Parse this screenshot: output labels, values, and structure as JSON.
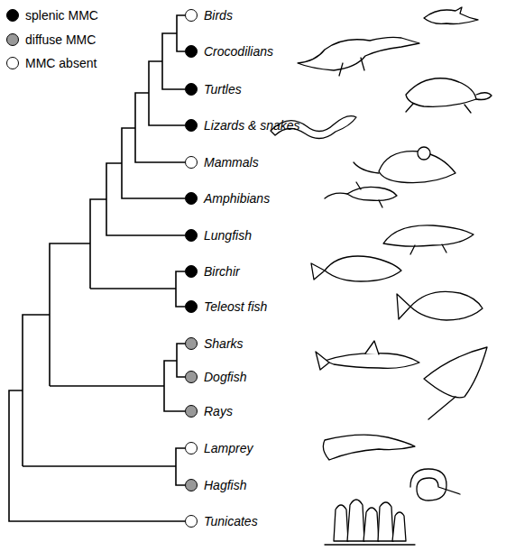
{
  "diagram": {
    "labels": [
      "Birds",
      "Crocodilians",
      "Turtles",
      "Lizards & snakes",
      "Mammals",
      "Amphibians",
      "Lungfish",
      "Birchir",
      "Teleost fish",
      "Sharks",
      "Dogfish",
      "Rays",
      "Lamprey",
      "Hagfish",
      "Tunicates"
    ],
    "legend": [
      {
        "text": "splenic MMC",
        "color": "#000000"
      },
      {
        "text": "diffuse MMC",
        "color": "#999999"
      },
      {
        "text": "MMC absent",
        "color": "#ffffff"
      }
    ]
  }
}
